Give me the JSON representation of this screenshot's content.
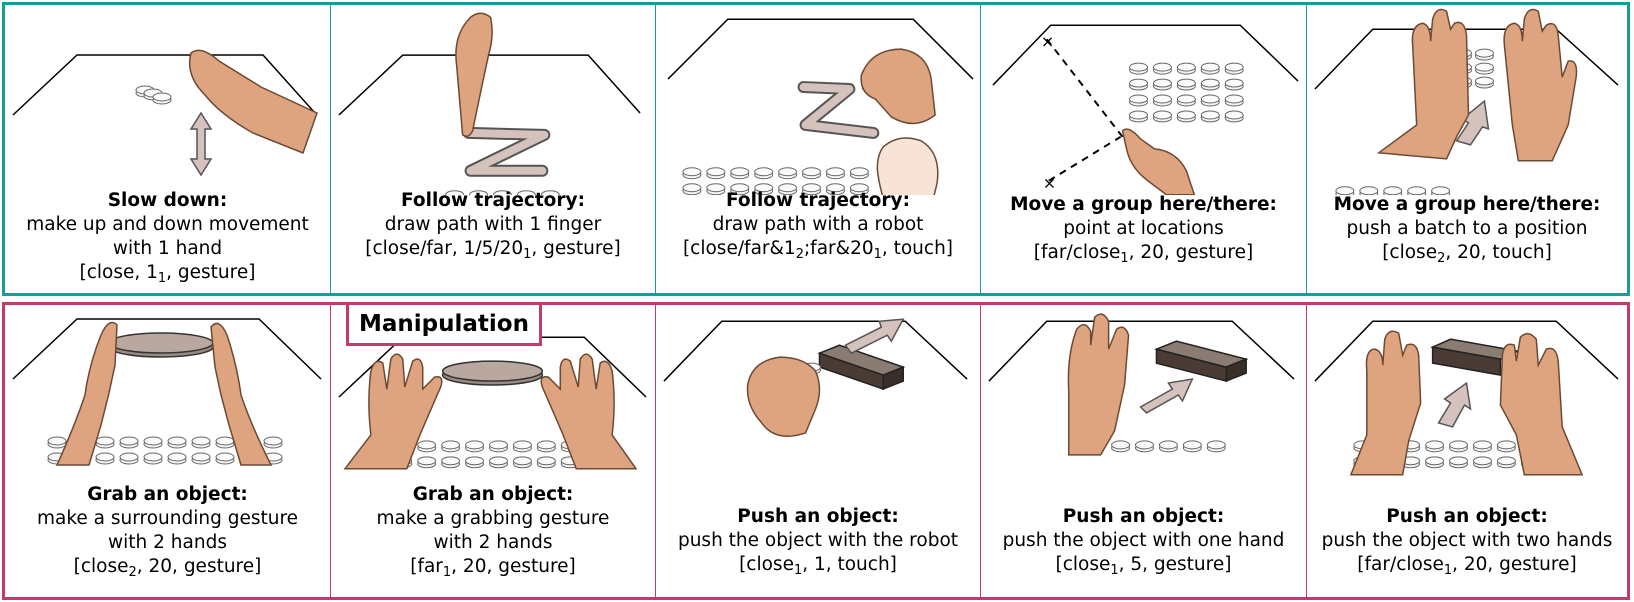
{
  "figure": {
    "section_label": "Manipulation",
    "colors": {
      "top_border": "#1a9a9a",
      "bottom_border": "#c43a6e",
      "hand": "#dea37f",
      "arrow": "#d6c2bd",
      "bar": "#4a3b35"
    },
    "top_row": [
      {
        "title": "Slow down:",
        "line1": "make up and down movement",
        "line2": "with 1 hand",
        "tag_a": "[close, 1",
        "sub1": "1",
        "tag_b": ", gesture]",
        "icon": "hand-updown-icon"
      },
      {
        "title": "Follow trajectory:",
        "line1": "draw path with 1 finger",
        "line2": "",
        "tag_a": "[close/far, 1/5/20",
        "sub1": "1",
        "tag_b": ", gesture]",
        "icon": "finger-path-icon"
      },
      {
        "title": "Follow trajectory:",
        "line1": "draw path with a robot",
        "line2": "",
        "tag_a": "[close/far&1",
        "sub1": "2",
        "tag_b": ";far&20",
        "sub2": "1",
        "tag_c": ", touch]",
        "icon": "robot-path-icon"
      },
      {
        "title": "Move a group here/there:",
        "line1": "point at locations",
        "line2": "",
        "tag_a": "[far/close",
        "sub1": "1",
        "tag_b": ", 20, gesture]",
        "icon": "point-locations-icon"
      },
      {
        "title": "Move a group here/there:",
        "line1": "push a batch to a position",
        "line2": "",
        "tag_a": "[close",
        "sub1": "2",
        "tag_b": ", 20, touch]",
        "icon": "push-batch-icon"
      }
    ],
    "bottom_row": [
      {
        "title": "Grab an object:",
        "line1": "make a surrounding gesture",
        "line2": "with 2 hands",
        "tag_a": "[close",
        "sub1": "2",
        "tag_b": ", 20, gesture]",
        "icon": "surround-disk-icon"
      },
      {
        "title": "Grab an object:",
        "line1": "make a grabbing gesture",
        "line2": "with 2 hands",
        "tag_a": "[far",
        "sub1": "1",
        "tag_b": ", 20, gesture]",
        "icon": "grab-disk-icon"
      },
      {
        "title": "Push an object:",
        "line1": "push the object with the robot",
        "line2": "",
        "tag_a": "[close",
        "sub1": "1",
        "tag_b": ", 1, touch]",
        "icon": "robot-push-bar-icon"
      },
      {
        "title": "Push an object:",
        "line1": "push the object with one hand",
        "line2": "",
        "tag_a": "[close",
        "sub1": "1",
        "tag_b": ", 5, gesture]",
        "icon": "one-hand-push-icon"
      },
      {
        "title": "Push an object:",
        "line1": "push the object with two hands",
        "line2": "",
        "tag_a": "[far/close",
        "sub1": "1",
        "tag_b": ", 20, gesture]",
        "icon": "two-hands-push-icon"
      }
    ]
  }
}
